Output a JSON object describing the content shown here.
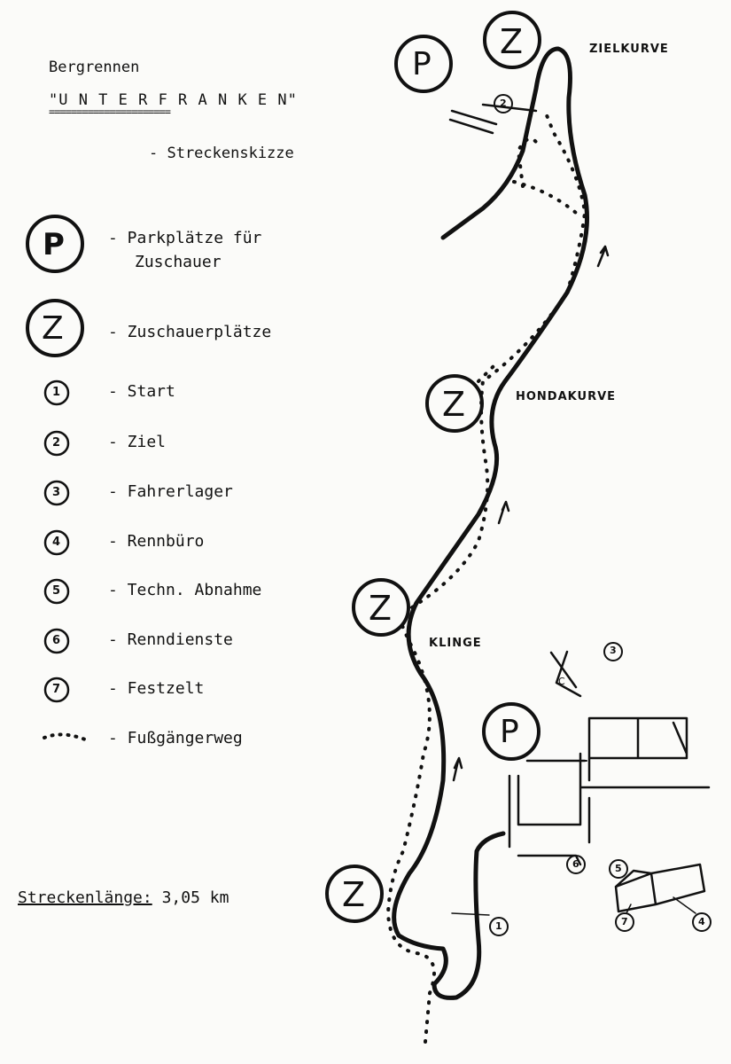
{
  "header": {
    "title": "Bergrennen",
    "event": "\"U N T E R F R A N K E N\"",
    "underline": "======================",
    "subtitle": "- Streckenskizze"
  },
  "legend": [
    {
      "symbol": "P",
      "label": "- Parkplätze für",
      "label2": "Zuschauer"
    },
    {
      "symbol": "Z",
      "label": "- Zuschauerplätze"
    },
    {
      "symbol": "1",
      "label": "- Start"
    },
    {
      "symbol": "2",
      "label": "- Ziel"
    },
    {
      "symbol": "3",
      "label": "- Fahrerlager"
    },
    {
      "symbol": "4",
      "label": "- Rennbüro"
    },
    {
      "symbol": "5",
      "label": "- Techn. Abnahme"
    },
    {
      "symbol": "6",
      "label": "- Renndienste"
    },
    {
      "symbol": "7",
      "label": "- Festzelt"
    },
    {
      "symbol": "dotted-line",
      "label": "- Fußgängerweg"
    }
  ],
  "track_length": {
    "label": "Streckenlänge:",
    "value": "3,05 km"
  },
  "map_labels": {
    "zielkurve": "ZIELKURVE",
    "hondakurve": "HONDAKURVE",
    "klinge": "KLINGE",
    "P": "P",
    "Z": "Z",
    "n1": "1",
    "n2": "2",
    "n3": "3",
    "n4": "4",
    "n5": "5",
    "n6": "6",
    "n7": "7",
    "c": "C"
  }
}
